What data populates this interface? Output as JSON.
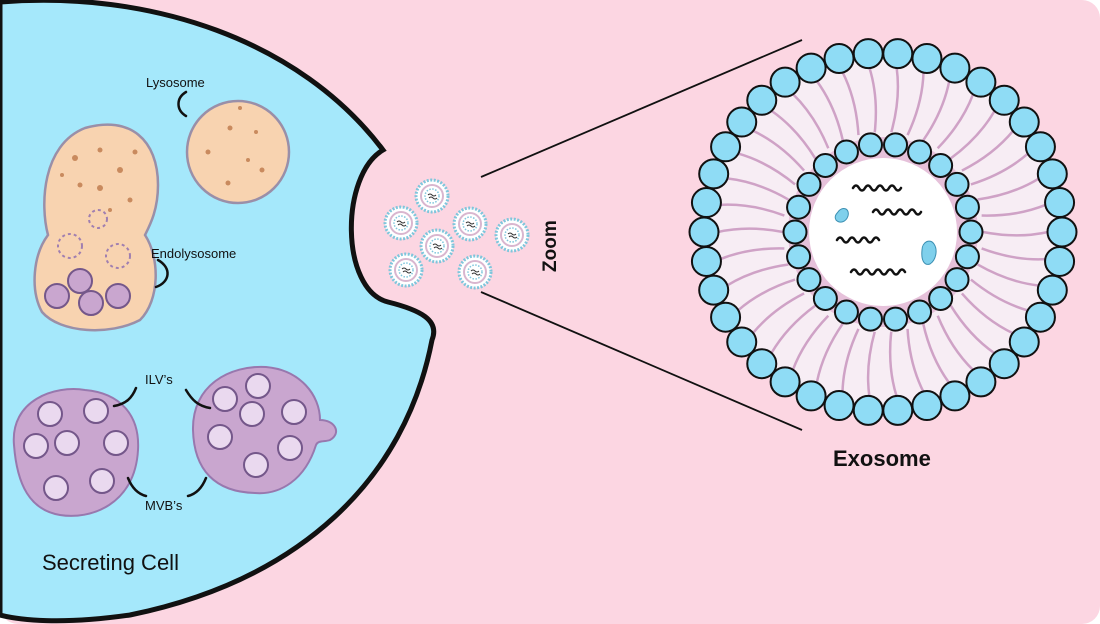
{
  "labels": {
    "lysosome": "Lysosome",
    "endolysosome": "Endolysosome",
    "ilvs": "ILV’s",
    "mvbs": "MVB’s",
    "secreting_cell": "Secreting Cell",
    "zoom": "Zoom",
    "exosome": "Exosome"
  },
  "colors": {
    "background": "#fcd6e2",
    "cell": "#a5e8fb",
    "cell_outline": "#111111",
    "lysosome": "#f8d3b0",
    "lysosome_dots": "#c98a5e",
    "mvb": "#c9a6cf",
    "ilv": "#ead9ef",
    "ilv_outline": "#74578a",
    "lipid_head": "#8fdcf5",
    "lipid_tail": "#cfa2c6",
    "exosome_core": "#ffffff",
    "exosome_ring": "#e6c1da"
  }
}
